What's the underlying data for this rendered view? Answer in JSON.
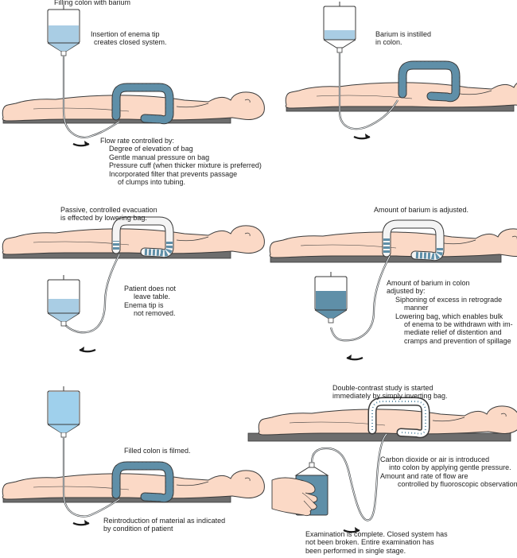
{
  "colors": {
    "skin": "#fbd9c6",
    "outline": "#3a3a3a",
    "table": "#6d6d6d",
    "barium": "#5f8fa8",
    "bag_liquid": "#a9cde4",
    "bag_liquid_full": "#9fd0ec",
    "colon": "#b9c7cf"
  },
  "icons": [
    "enema-bag-icon",
    "flow-arrow-icon",
    "patient-figure",
    "colon-shape",
    "hand-icon"
  ],
  "panels": {
    "p1": {
      "title": "Filling colon with barium",
      "note": [
        "Insertion of enema tip",
        "creates closed system."
      ],
      "flow": {
        "heading": "Flow rate controlled by:",
        "items": [
          "Degree of elevation of bag",
          "Gentle manual pressure on bag",
          "Pressure cuff (when thicker mixture is preferred)",
          "Incorporated filter that prevents passage",
          "of clumps into tubing."
        ]
      }
    },
    "p2": {
      "note": [
        "Barium is instilled",
        "in colon."
      ]
    },
    "p3": {
      "note": [
        "Passive, controlled evacuation",
        "is effected by lowering bag."
      ],
      "side": [
        "Patient does not",
        "leave table.",
        "Enema tip is",
        "not removed."
      ]
    },
    "p4": {
      "title": "Amount of barium is adjusted.",
      "detail": [
        "Amount of barium in colon",
        "adjusted by:",
        "Siphoning of excess in retrograde",
        "manner",
        "Lowering bag, which enables bulk",
        "of enema to be withdrawn with im-",
        "mediate relief of distention and",
        "cramps and prevention of spillage"
      ]
    },
    "p5": {
      "note": [
        "Filled colon is filmed."
      ],
      "bottom": [
        "Reintroduction of material as indicated",
        "by condition of patient"
      ]
    },
    "p6": {
      "title": [
        "Double-contrast study is started",
        "immediately by simply inverting bag."
      ],
      "detail": [
        "Carbon dioxide or air is introduced",
        "into colon by applying gentle pressure.",
        "Amount and rate of flow are",
        "controlled by fluoroscopic observation."
      ],
      "footer": [
        "Examination is complete. Closed system has",
        "not been broken. Entire examination has",
        "been performed in single stage."
      ]
    }
  }
}
